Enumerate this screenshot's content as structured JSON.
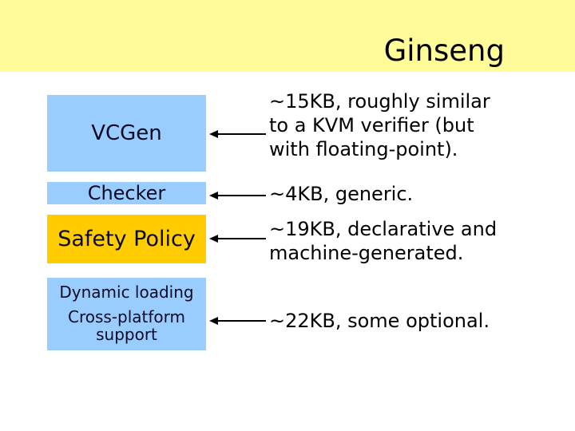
{
  "header": {
    "title": "Ginseng"
  },
  "colors": {
    "header_bg": "#fffb99",
    "box_blue": "#99ccff",
    "box_orange": "#ffcc00",
    "box_text": "#0a0a23",
    "body_text": "#000000",
    "arrow": "#000000"
  },
  "diagram": {
    "boxes": [
      {
        "id": "vcgen",
        "label": "VCGen",
        "color": "#99ccff"
      },
      {
        "id": "checker",
        "label": "Checker",
        "color": "#99ccff"
      },
      {
        "id": "safety-policy",
        "label": "Safety Policy",
        "color": "#ffcc00"
      },
      {
        "id": "dynamic-loading",
        "label": "Dynamic loading",
        "label2": "Cross-platform\nsupport",
        "color": "#99ccff"
      }
    ],
    "notes": [
      "~15KB, roughly similar\nto a KVM verifier (but\nwith floating-point).",
      "~4KB, generic.",
      "~19KB, declarative and\nmachine-generated.",
      "~22KB, some optional."
    ]
  }
}
